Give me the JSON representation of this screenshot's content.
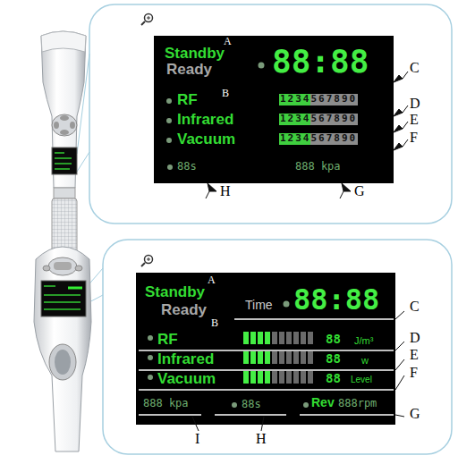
{
  "diagram": {
    "nodes": [
      {
        "text": [
          "C",
          "D",
          "E",
          "F",
          "G",
          "H"
        ]
      },
      {
        "text": [
          "Standby",
          "A",
          "Ready",
          "B",
          "88:88",
          "RF",
          "1234567890",
          "Infrared",
          "1234567890",
          "Vacuum",
          "1234567890",
          "88s",
          "888 kpa"
        ],
        "in": 0
      },
      {
        "text": [
          "C",
          "D",
          "E",
          "F",
          "G",
          "I",
          "H"
        ]
      },
      {
        "text": [
          "Standby",
          "A",
          "Ready",
          "B",
          "Time",
          "88:88",
          "RF",
          "88",
          "J/m³",
          "Infrared",
          "88",
          "w",
          "Vacuum",
          "88",
          "Level",
          "888 kpa",
          "88s",
          "Rev",
          "888rpm"
        ],
        "in": 2
      }
    ]
  }
}
